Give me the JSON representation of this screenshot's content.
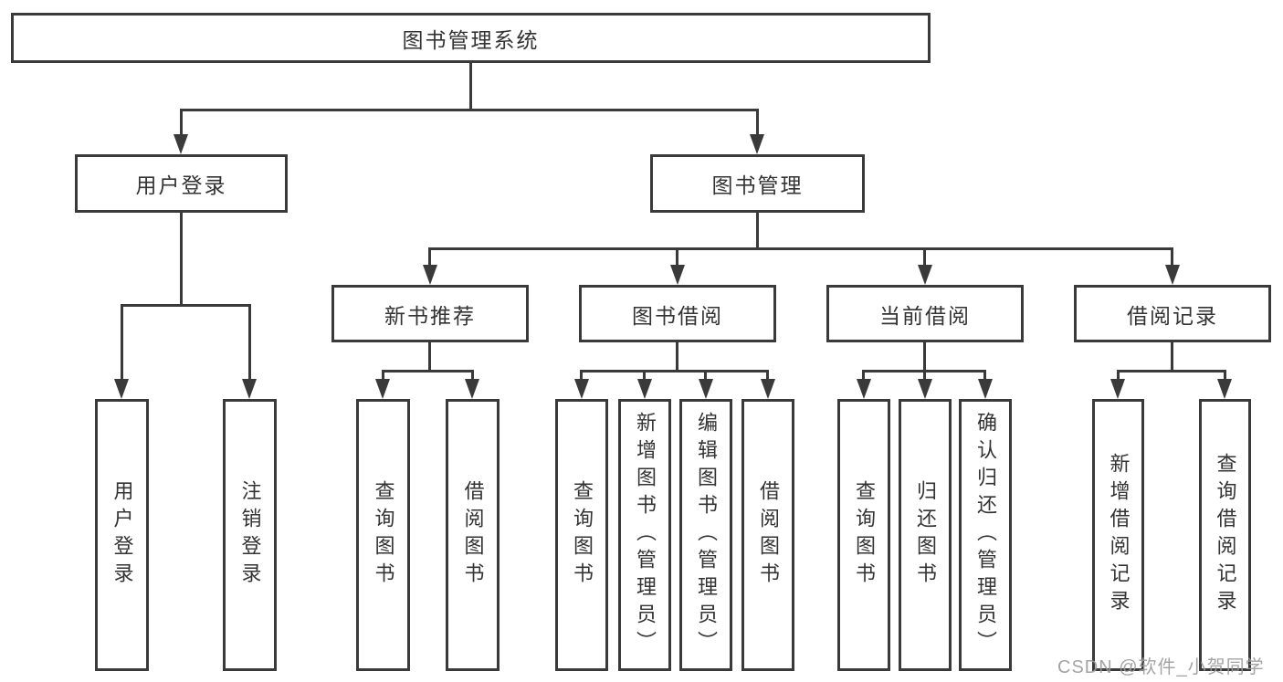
{
  "diagram": {
    "root": {
      "label": "图书管理系统"
    },
    "branches": [
      {
        "label": "用户登录",
        "children": [
          {
            "label": "用户登录"
          },
          {
            "label": "注销登录"
          }
        ]
      },
      {
        "label": "图书管理",
        "children": [
          {
            "label": "新书推荐",
            "children": [
              {
                "label": "查询图书"
              },
              {
                "label": "借阅图书"
              }
            ]
          },
          {
            "label": "图书借阅",
            "children": [
              {
                "label": "查询图书"
              },
              {
                "label": "新增图书（管理员）"
              },
              {
                "label": "编辑图书（管理员）"
              },
              {
                "label": "借阅图书"
              }
            ]
          },
          {
            "label": "当前借阅",
            "children": [
              {
                "label": "查询图书"
              },
              {
                "label": "归还图书"
              },
              {
                "label": "确认归还（管理员）"
              }
            ]
          },
          {
            "label": "借阅记录",
            "children": [
              {
                "label": "新增借阅记录"
              },
              {
                "label": "查询借阅记录"
              }
            ]
          }
        ]
      }
    ]
  },
  "watermark": {
    "text": "CSDN @软件_小贺同学"
  },
  "colors": {
    "line": "#3a3a3a",
    "text": "#333333",
    "watermark": "#9b9b9b",
    "background": "#ffffff"
  }
}
